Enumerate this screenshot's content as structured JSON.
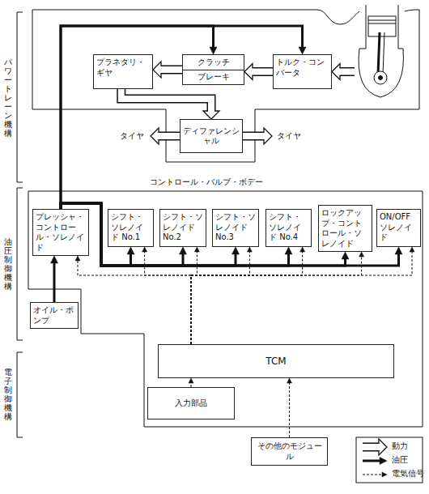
{
  "diagram": {
    "nodes": [
      {
        "text": [
          "プラネタリ・ギヤ"
        ]
      },
      {
        "text": [
          "クラッチ",
          "ブレーキ"
        ]
      },
      {
        "text": [
          "トルク・コンバータ"
        ]
      },
      {
        "text": [
          "ディファレンシャル"
        ]
      },
      {
        "text": [
          "コントロール・バルブ・ボデー"
        ]
      },
      {
        "text": [
          "プレッシャ・コントロール・ソレノイド"
        ],
        "in": 4
      },
      {
        "text": [
          "シフト・ソレノイド No.1"
        ],
        "in": 4
      },
      {
        "text": [
          "シフト・ソレノイド No.2"
        ],
        "in": 4
      },
      {
        "text": [
          "シフト・ソレノイド No.3"
        ],
        "in": 4
      },
      {
        "text": [
          "シフト・ソレノイド No.4"
        ],
        "in": 4
      },
      {
        "text": [
          "ロックアップ・コントロール・ソレノイド"
        ],
        "in": 4
      },
      {
        "text": [
          "ON/OFFソレノイド"
        ],
        "in": 4
      },
      {
        "text": [
          "オイル・ポンプ"
        ]
      },
      {
        "text": [
          "TCM"
        ],
        "in": 4
      },
      {
        "text": [
          "入力部品"
        ],
        "in": 4
      },
      {
        "text": [
          "その他のモジュール"
        ]
      }
    ],
    "edges": [
      {
        "from": 2,
        "to": 1,
        "arrow": "to"
      },
      {
        "from": 1,
        "to": 0,
        "arrow": "to"
      },
      {
        "from": 0,
        "to": 3,
        "arrow": "to"
      },
      {
        "from": 5,
        "to": 1,
        "arrow": "to"
      },
      {
        "from": 5,
        "to": 2,
        "arrow": "to"
      },
      {
        "from": 5,
        "to": 6,
        "arrow": "to"
      },
      {
        "from": 5,
        "to": 7,
        "arrow": "to"
      },
      {
        "from": 5,
        "to": 8,
        "arrow": "to"
      },
      {
        "from": 5,
        "to": 9,
        "arrow": "to"
      },
      {
        "from": 5,
        "to": 10,
        "arrow": "to"
      },
      {
        "from": 5,
        "to": 11,
        "arrow": "to"
      },
      {
        "from": 12,
        "to": 5,
        "arrow": "to"
      },
      {
        "from": 13,
        "to": 5,
        "arrow": "to"
      },
      {
        "from": 13,
        "to": 6,
        "arrow": "to"
      },
      {
        "from": 13,
        "to": 7,
        "arrow": "to"
      },
      {
        "from": 13,
        "to": 8,
        "arrow": "to"
      },
      {
        "from": 13,
        "to": 9,
        "arrow": "to"
      },
      {
        "from": 13,
        "to": 10,
        "arrow": "to"
      },
      {
        "from": 13,
        "to": 11,
        "arrow": "to"
      },
      {
        "from": 14,
        "to": 13,
        "arrow": "to"
      },
      {
        "from": 15,
        "to": 13,
        "arrow": "to"
      }
    ],
    "labels": [
      "パワートレーン機構",
      "油圧制御機構",
      "電子制御機構",
      "タイヤ",
      "タイヤ"
    ],
    "legend": [
      {
        "text": "動力"
      },
      {
        "text": "油圧"
      },
      {
        "text": "電気信号"
      }
    ]
  }
}
